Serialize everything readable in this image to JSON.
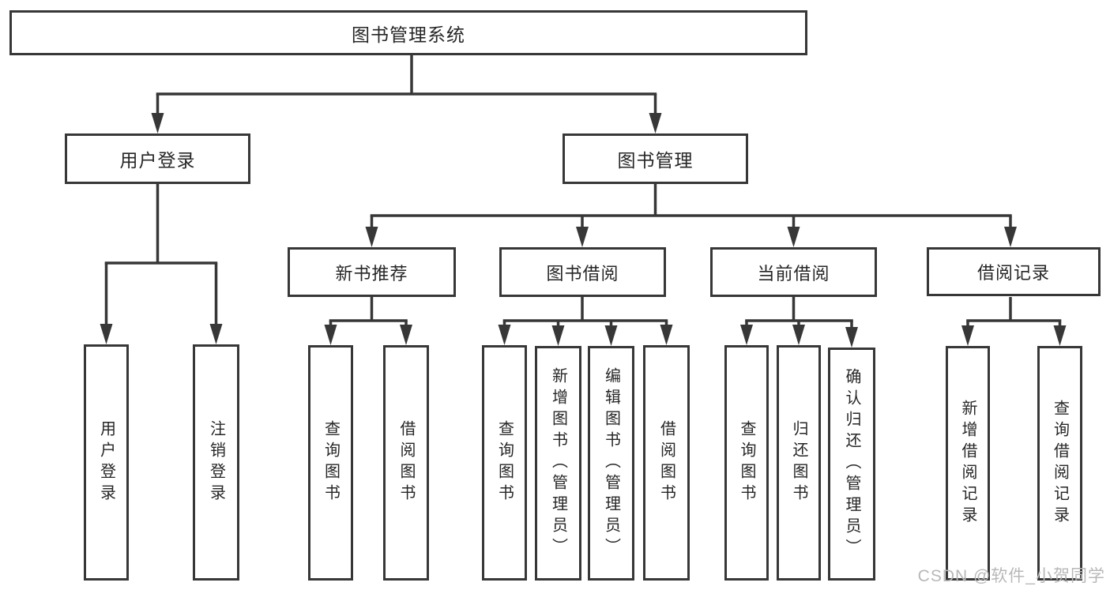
{
  "diagram": {
    "root": {
      "label": "图书管理系统"
    },
    "level2": [
      {
        "label": "用户登录"
      },
      {
        "label": "图书管理"
      }
    ],
    "level3": [
      {
        "label": "新书推荐",
        "parent": "图书管理"
      },
      {
        "label": "图书借阅",
        "parent": "图书管理"
      },
      {
        "label": "当前借阅",
        "parent": "图书管理"
      },
      {
        "label": "借阅记录",
        "parent": "图书管理"
      }
    ],
    "leaves": [
      {
        "label": "用户登录",
        "parent": "用户登录"
      },
      {
        "label": "注销登录",
        "parent": "用户登录"
      },
      {
        "label": "查询图书",
        "parent": "新书推荐"
      },
      {
        "label": "借阅图书",
        "parent": "新书推荐"
      },
      {
        "label": "查询图书",
        "parent": "图书借阅"
      },
      {
        "label": "新增图书（管理员）",
        "parent": "图书借阅"
      },
      {
        "label": "编辑图书（管理员）",
        "parent": "图书借阅"
      },
      {
        "label": "借阅图书",
        "parent": "图书借阅"
      },
      {
        "label": "查询图书",
        "parent": "当前借阅"
      },
      {
        "label": "归还图书",
        "parent": "当前借阅"
      },
      {
        "label": "确认归还（管理员）",
        "parent": "当前借阅"
      },
      {
        "label": "新增借阅记录",
        "parent": "借阅记录"
      },
      {
        "label": "查询借阅记录",
        "parent": "借阅记录"
      }
    ],
    "watermark": "CSDN @软件_小贺同学",
    "colors": {
      "line": "#373737",
      "text": "#262626",
      "watermark": "#b8b8b8",
      "background": "#ffffff"
    }
  }
}
